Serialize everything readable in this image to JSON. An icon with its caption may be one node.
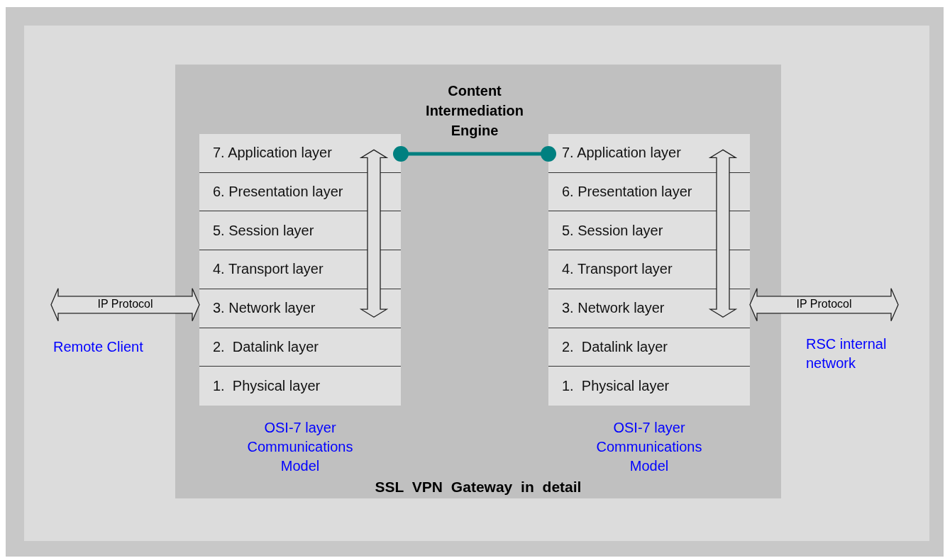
{
  "diagram": {
    "nodes": [
      {
        "text": [
          "SSL VPN Gateway in detail"
        ]
      },
      {
        "text": [],
        "shape": "box",
        "in": 0,
        "beside": [
          "OSI-7 layer Communications Model"
        ]
      },
      {
        "text": [
          "7. Application layer"
        ],
        "in": 1
      },
      {
        "text": [
          "6. Presentation layer"
        ],
        "in": 1
      },
      {
        "text": [
          "5. Session layer"
        ],
        "in": 1
      },
      {
        "text": [
          "4. Transport layer"
        ],
        "in": 1
      },
      {
        "text": [
          "3. Network layer"
        ],
        "in": 1
      },
      {
        "text": [
          "2.  Datalink layer"
        ],
        "in": 1
      },
      {
        "text": [
          "1.  Physical layer"
        ],
        "in": 1
      },
      {
        "text": [],
        "shape": "box",
        "in": 0,
        "beside": [
          "OSI-7 layer Communications Model"
        ]
      },
      {
        "text": [
          "7. Application layer"
        ],
        "in": 9
      },
      {
        "text": [
          "6. Presentation layer"
        ],
        "in": 9
      },
      {
        "text": [
          "5. Session layer"
        ],
        "in": 9
      },
      {
        "text": [
          "4. Transport layer"
        ],
        "in": 9
      },
      {
        "text": [
          "3. Network layer"
        ],
        "in": 9
      },
      {
        "text": [
          "2.  Datalink layer"
        ],
        "in": 9
      },
      {
        "text": [
          "1.  Physical layer"
        ],
        "in": 9
      }
    ],
    "edges": [
      {
        "from": null,
        "to": 6,
        "arrow": "both",
        "label": "IP Protocol"
      },
      {
        "from": 2,
        "to": 6,
        "arrow": "both"
      },
      {
        "from": 2,
        "to": 10,
        "arrow": "other",
        "label": "Content Intermediation Engine",
        "color": "#008080"
      },
      {
        "from": 10,
        "to": 14,
        "arrow": "both"
      },
      {
        "from": 14,
        "to": null,
        "arrow": "both",
        "label": "IP Protocol"
      }
    ],
    "labels": [
      "Remote Client",
      "RSC internal network"
    ]
  }
}
